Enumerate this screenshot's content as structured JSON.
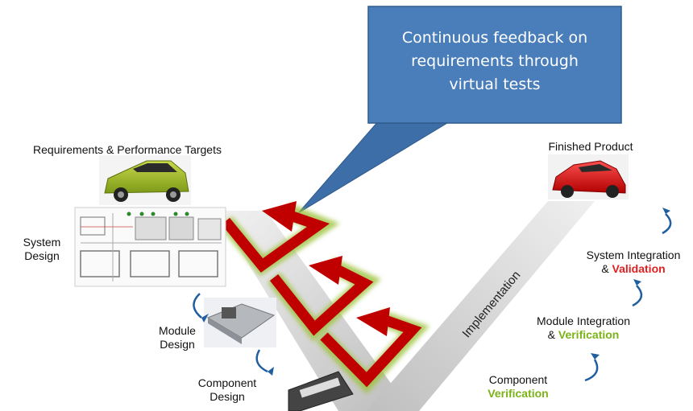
{
  "callout": {
    "line1": "Continuous feedback on",
    "line2": "requirements through",
    "line3": "virtual tests"
  },
  "left": {
    "requirements": "Requirements & Performance Targets",
    "system_design_1": "System",
    "system_design_2": "Design",
    "module_design_1": "Module",
    "module_design_2": "Design",
    "component_design_1": "Component",
    "component_design_2": "Design"
  },
  "right": {
    "finished_product": "Finished Product",
    "system_integration_1": "System Integration",
    "system_integration_amp": "& ",
    "system_integration_2": "Validation",
    "module_integration_1": "Module Integration",
    "module_integration_amp": "& ",
    "module_integration_2": "Verification",
    "component_1": "Component",
    "component_2": "Verification"
  },
  "diagonal_label": "Implementation",
  "colors": {
    "callout_fill": "#4a7ebb",
    "arrow_red": "#c00000",
    "validation": "#e02020",
    "verification": "#7ab317",
    "v_band": "#d9d9d9"
  }
}
